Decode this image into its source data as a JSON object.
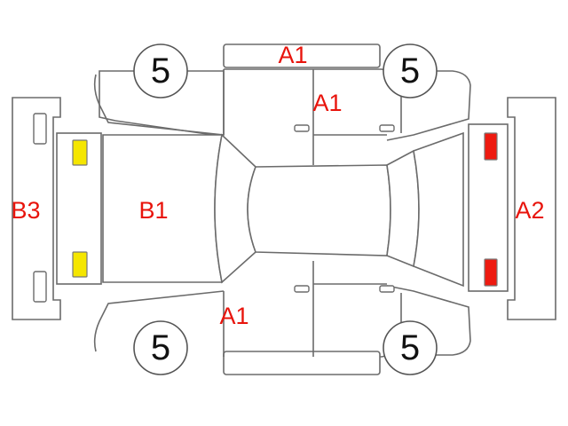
{
  "damage_codes": {
    "roof_top": "A1",
    "front_door_right": "A1",
    "front_bumper": "A2",
    "rear_bumper": "B3",
    "trunk_hood": "B1",
    "rear_door_left": "A1"
  },
  "wheels": {
    "rear_right": "5",
    "front_right": "5",
    "rear_left": "5",
    "front_left": "5"
  },
  "colors": {
    "damage_text": "#e8140c",
    "rear_lamp": "#f5e600",
    "front_lamp": "#ee1a10",
    "outline": "#6b6b6b"
  }
}
